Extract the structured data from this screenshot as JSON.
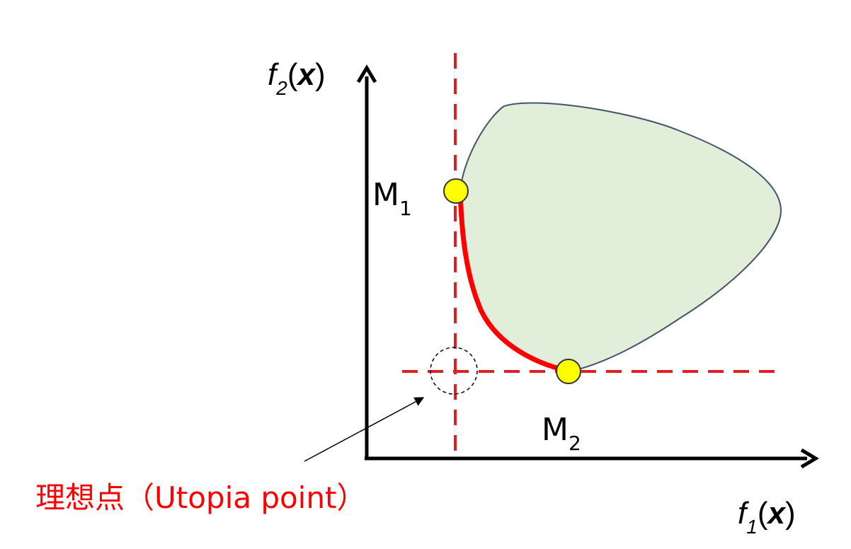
{
  "axes": {
    "y_label": {
      "prefix": "f",
      "subscript": "2",
      "arg_open": "(",
      "arg": "x",
      "arg_close": ")"
    },
    "x_label": {
      "prefix": "f",
      "subscript": "1",
      "arg_open": "(",
      "arg": "x",
      "arg_close": ")"
    }
  },
  "points": [
    {
      "id": "M1",
      "letter": "M",
      "subscript": "1"
    },
    {
      "id": "M2",
      "letter": "M",
      "subscript": "2"
    }
  ],
  "utopia_label": "理想点（Utopia point）",
  "colors": {
    "axis": "#000000",
    "region_fill": "#e1eed9",
    "region_stroke": "#44546a",
    "pareto_front": "#ff0000",
    "guide_lines": "#e02020",
    "marker_fill": "#ffff00",
    "marker_stroke": "#333333",
    "utopia_circle": "#000000",
    "utopia_text": "#ff0000"
  }
}
